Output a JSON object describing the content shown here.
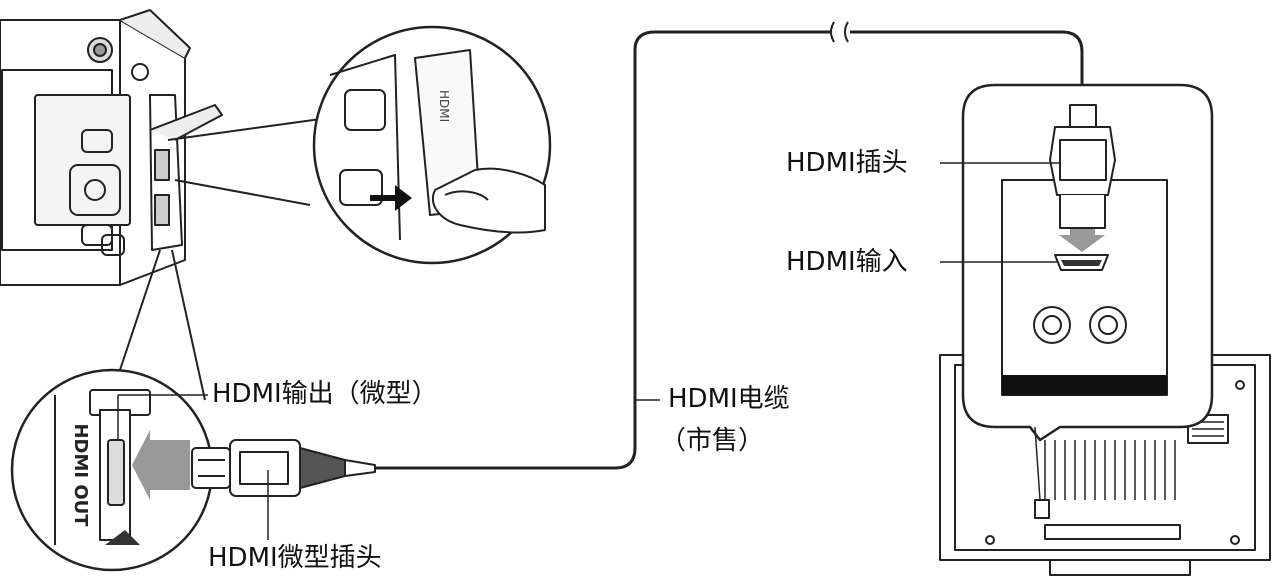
{
  "labels": {
    "hdmi_plug": "HDMI插头",
    "hdmi_input": "HDMI输入",
    "hdmi_output_micro": "HDMI输出（微型）",
    "hdmi_cable": "HDMI电缆",
    "commercially_available": "（市售）",
    "hdmi_micro_plug": "HDMI微型插头"
  },
  "camera_port_text": "HDMI OUT",
  "colors": {
    "line": "#222222",
    "arrow": "#999999",
    "fill": "#ffffff"
  }
}
